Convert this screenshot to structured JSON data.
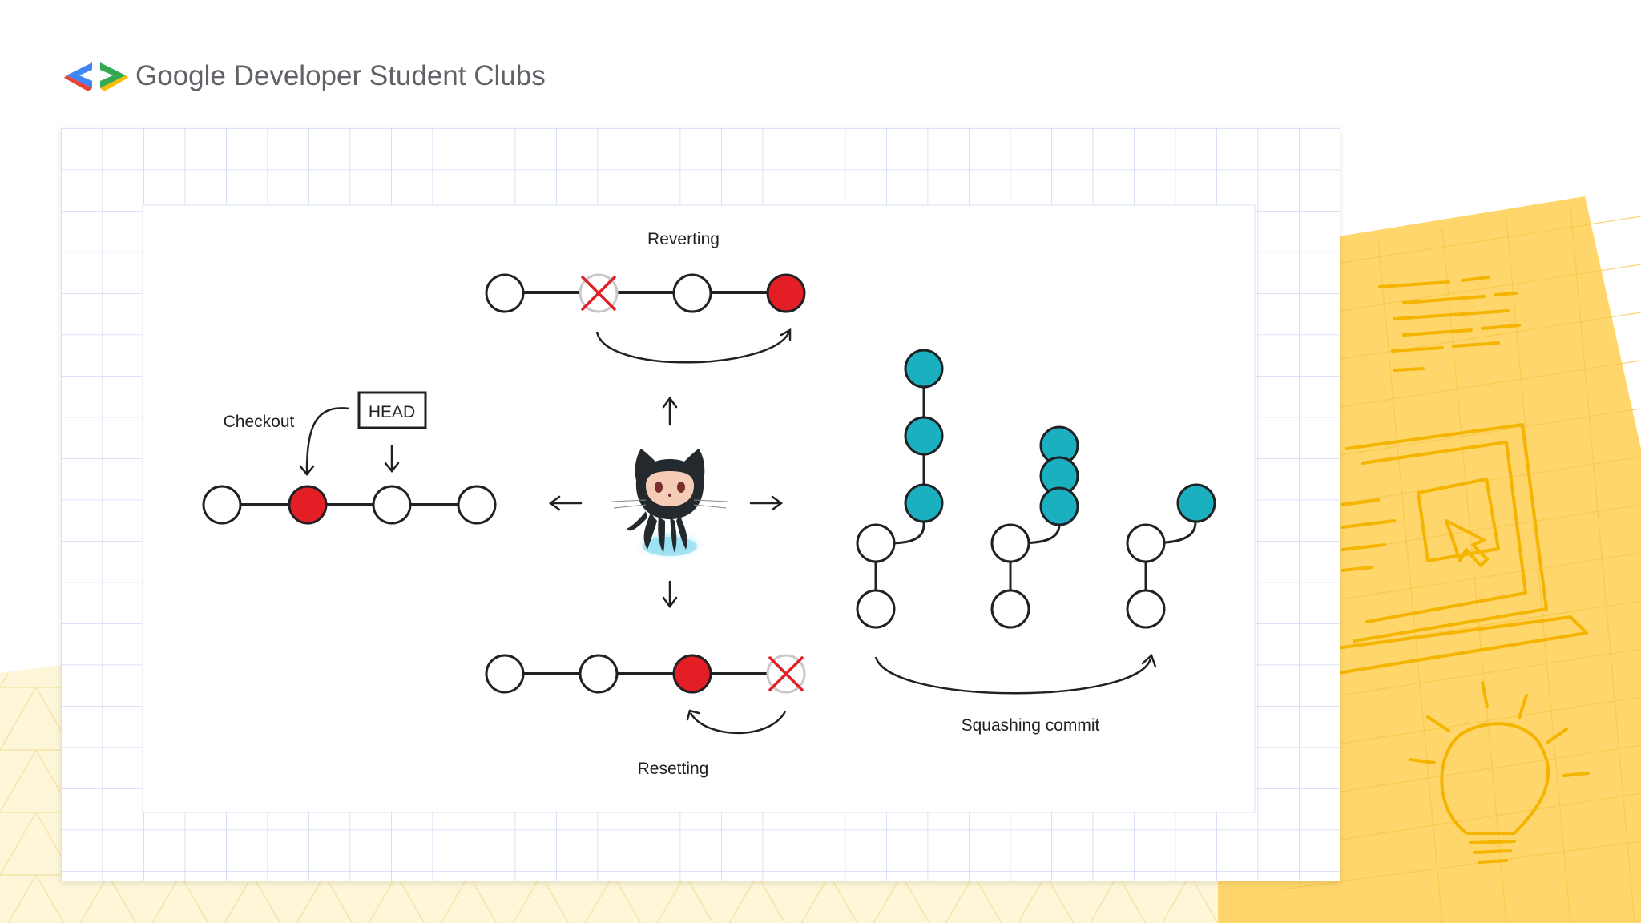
{
  "brand": {
    "name": "Google Developer Student Clubs",
    "logo_icon": "gdsc-brackets-icon",
    "colors": {
      "red": "#ea4335",
      "blue": "#4285f4",
      "green": "#34a853",
      "yellow": "#fbbc04"
    }
  },
  "diagram": {
    "labels": {
      "reverting": "Reverting",
      "checkout": "Checkout",
      "head": "HEAD",
      "resetting": "Resetting",
      "squashing": "Squashing commit"
    },
    "center_icon": "octocat-icon",
    "colors": {
      "commit_fill": "#ffffff",
      "commit_highlight": "#e31e24",
      "squash_commit": "#1ab0bf",
      "line": "#202124",
      "removed_mark": "#e31e24"
    }
  },
  "decor": {
    "grid_color": "#cfd9f2",
    "note_color": "#ffd66b",
    "note_line_color": "#f5b400"
  }
}
